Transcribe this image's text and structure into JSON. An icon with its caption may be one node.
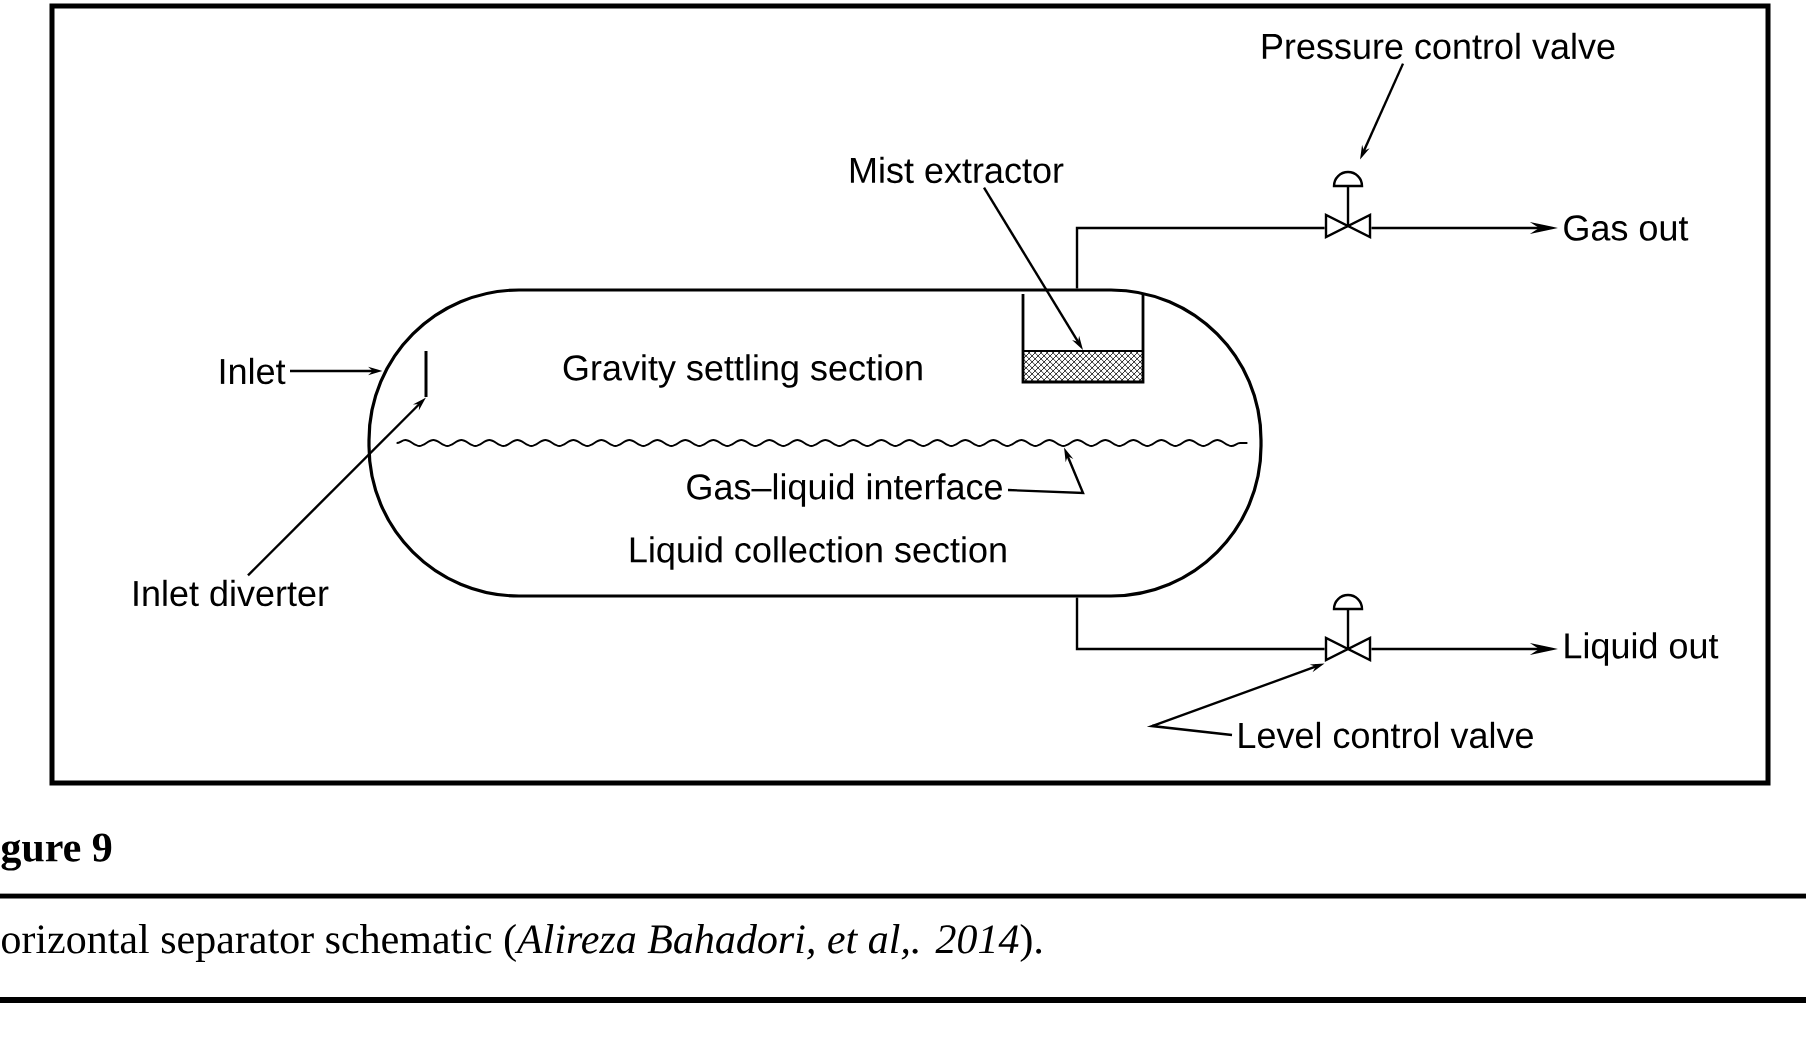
{
  "diagram": {
    "caption": "orizontal separator schematic (*Alireza Bahadori, et al,. 2014*).",
    "nodes": [
      {
        "text": [
          "Gravity settling section",
          "Liquid collection section"
        ]
      },
      {
        "text": [
          "Inlet"
        ]
      },
      {
        "text": [
          "Inlet diverter"
        ]
      },
      {
        "text": [],
        "shape": "bar",
        "in": 0
      },
      {
        "text": [
          "Mist extractor"
        ]
      },
      {
        "text": [],
        "shape": "box",
        "in": 0
      },
      {
        "text": [
          "Gas–liquid interface"
        ],
        "in": 0
      },
      {
        "text": [],
        "shape": "line",
        "in": 0
      },
      {
        "text": [
          "Pressure control valve"
        ]
      },
      {
        "text": [],
        "shape": "valve"
      },
      {
        "text": [
          "Gas out"
        ]
      },
      {
        "text": [],
        "shape": "valve"
      },
      {
        "text": [
          "Liquid out"
        ]
      },
      {
        "text": [
          "Level control valve"
        ]
      }
    ],
    "edges": [
      {
        "from": 1,
        "to": 0,
        "arrow": "to"
      },
      {
        "from": 2,
        "to": 3,
        "arrow": "to"
      },
      {
        "from": 4,
        "to": 5,
        "arrow": "to"
      },
      {
        "from": 6,
        "to": 7,
        "arrow": "to"
      },
      {
        "from": 8,
        "to": 9,
        "arrow": "to"
      },
      {
        "from": 0,
        "to": 9,
        "arrow": "none"
      },
      {
        "from": 9,
        "to": 10,
        "arrow": "to"
      },
      {
        "from": 0,
        "to": 11,
        "arrow": "none"
      },
      {
        "from": 11,
        "to": 12,
        "arrow": "to"
      },
      {
        "from": 13,
        "to": 11,
        "arrow": "to"
      }
    ],
    "labels": [
      "gure 9"
    ]
  }
}
